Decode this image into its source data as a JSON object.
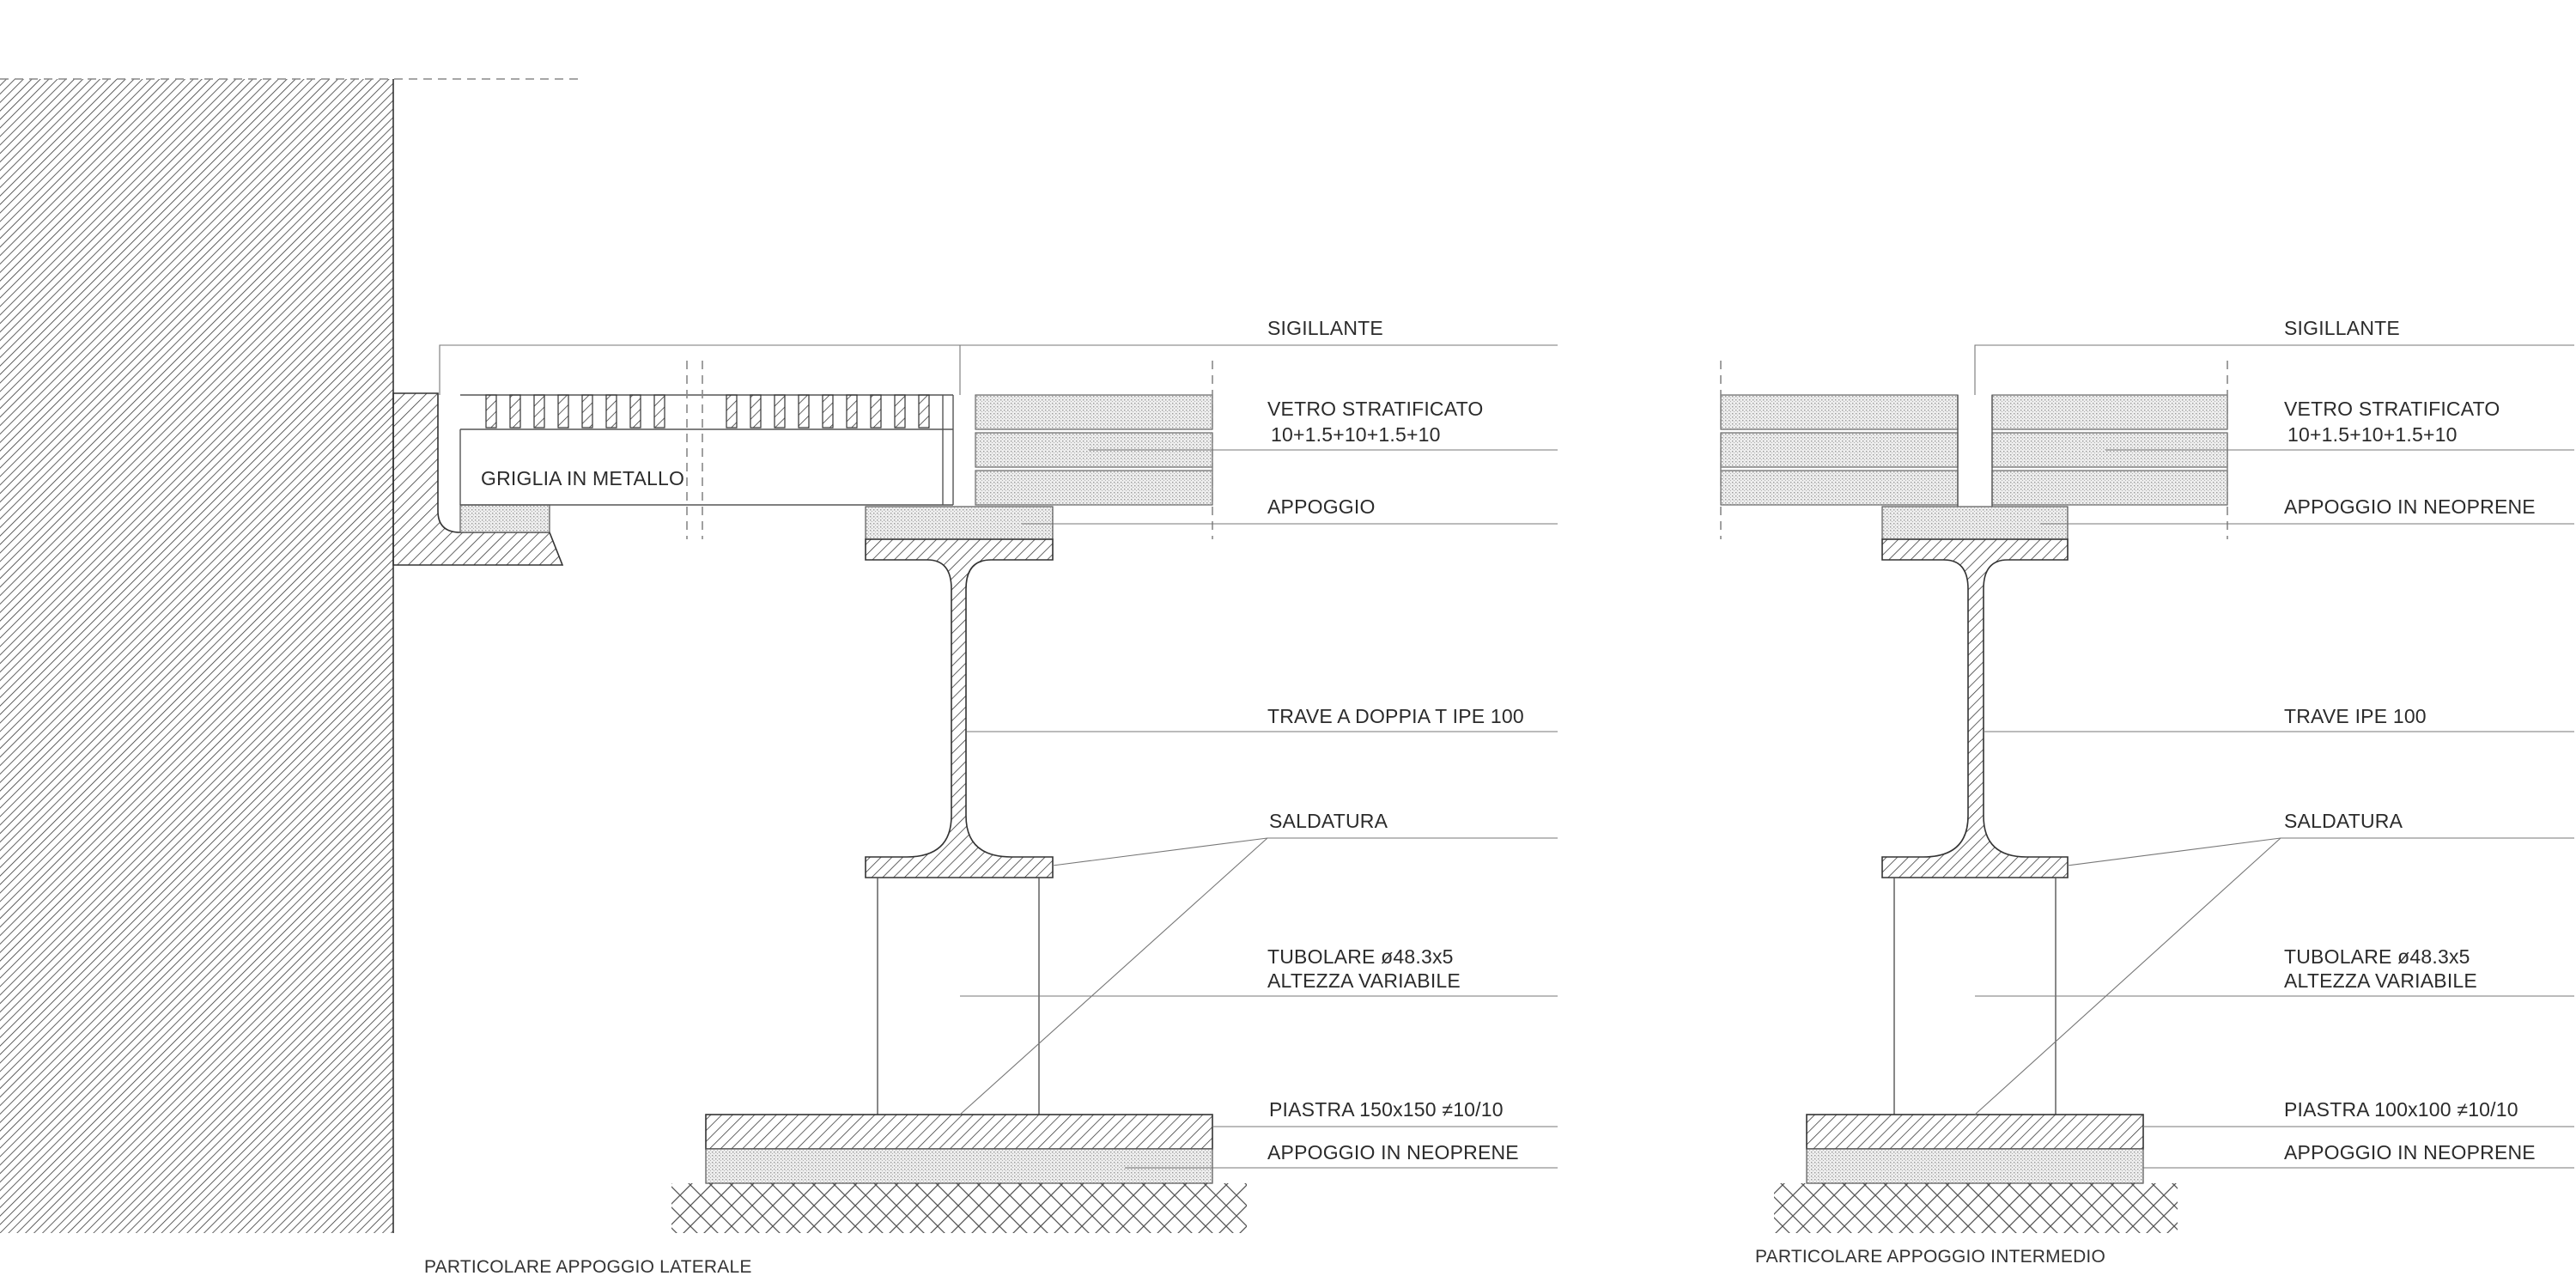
{
  "left_detail": {
    "caption": "PARTICOLARE APPOGGIO LATERALE",
    "grid_label": "GRIGLIA IN METALLO",
    "callouts": {
      "sealant": "SIGILLANTE",
      "glass_line1": "VETRO STRATIFICATO",
      "glass_line2": "10+1.5+10+1.5+10",
      "bearing": "APPOGGIO",
      "beam": "TRAVE A DOPPIA T IPE 100",
      "weld": "SALDATURA",
      "tube_line1": "TUBOLARE ø48.3x5",
      "tube_line2": "ALTEZZA VARIABILE",
      "plate": "PIASTRA 150x150 ≠10/10",
      "base_bearing": "APPOGGIO IN NEOPRENE"
    }
  },
  "right_detail": {
    "caption": "PARTICOLARE APPOGGIO INTERMEDIO",
    "callouts": {
      "sealant": "SIGILLANTE",
      "glass_line1": "VETRO STRATIFICATO",
      "glass_line2": "10+1.5+10+1.5+10",
      "bearing": "APPOGGIO IN NEOPRENE",
      "beam": "TRAVE IPE 100",
      "weld": "SALDATURA",
      "tube_line1": "TUBOLARE ø48.3x5",
      "tube_line2": "ALTEZZA VARIABILE",
      "plate": "PIASTRA 100x100 ≠10/10",
      "base_bearing": "APPOGGIO IN NEOPRENE"
    }
  }
}
